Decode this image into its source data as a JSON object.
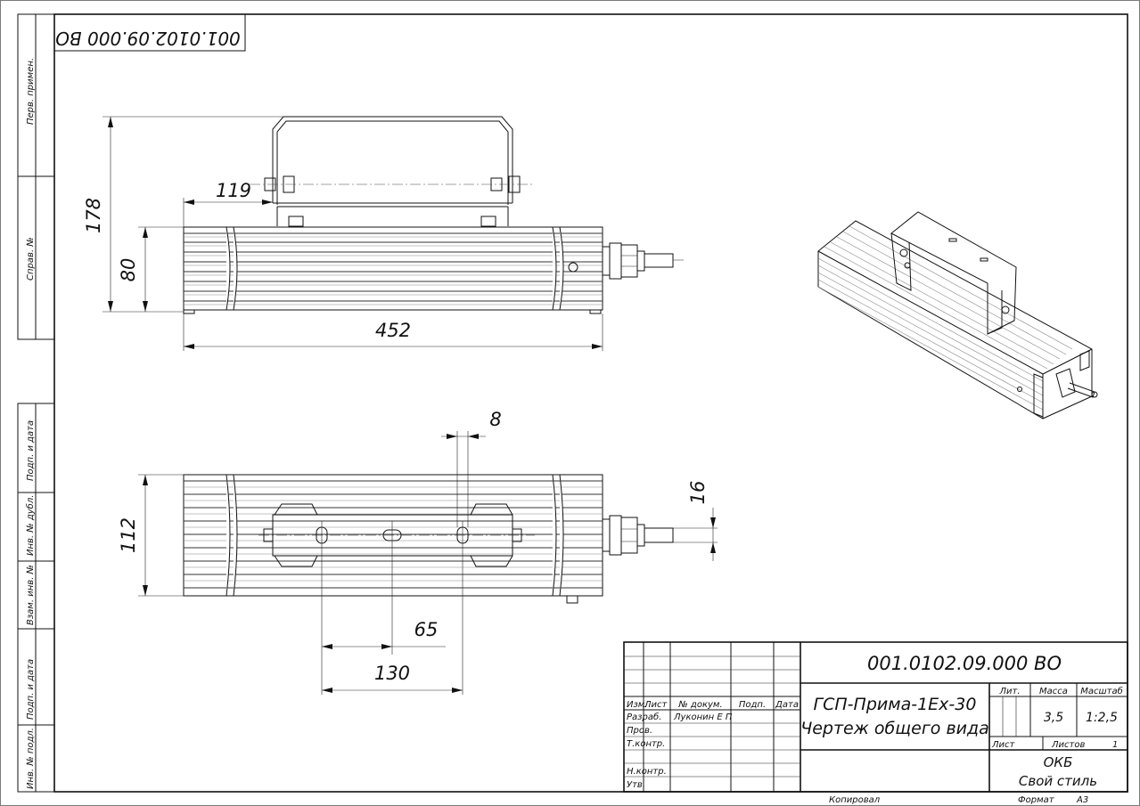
{
  "drawing": {
    "doc_number": "001.0102.09.000 ВО",
    "doc_number_rotated": "001.0102.09.000 ВО"
  },
  "dimensions": {
    "bracket_offset": "119",
    "total_height": "178",
    "body_height": "80",
    "length": "452",
    "slot_width": "8",
    "width": "112",
    "slot_spacing": "16",
    "hole_half": "65",
    "hole_span": "130"
  },
  "side_stamp": {
    "perv_primen": "Перв. примен.",
    "sprav_no": "Справ. №",
    "podp_data_1": "Подп. и дата",
    "inv_dubl": "Инв. № дубл.",
    "vzam_inv": "Взам. инв. №",
    "podp_data_2": "Подп. и дата",
    "inv_podl": "Инв. № подл."
  },
  "title_block": {
    "designation": "001.0102.09.000 ВО",
    "name_line1": "ГСП-Прима-1Ех-30",
    "name_line2": "Чертеж общего вида",
    "col_izm": "Изм.",
    "col_list": "Лист",
    "col_dokum": "№ докум.",
    "col_podp": "Подп.",
    "col_data": "Дата",
    "row_razrab": "Разраб.",
    "razrab_name": "Луконин Е П",
    "row_prov": "Пров.",
    "row_tkontr": "Т.контр.",
    "row_nkontr": "Н.контр.",
    "row_utv": "Утв.",
    "lit_label": "Лит.",
    "mass_label": "Масса",
    "scale_label": "Масштаб",
    "mass_value": "3,5",
    "scale_value": "1:2,5",
    "sheet_label": "Лист",
    "sheets_label": "Листов",
    "sheets_value": "1",
    "org_line1": "ОКБ",
    "org_line2": "Свой стиль"
  },
  "footer": {
    "copied": "Копировал",
    "format": "Формат",
    "format_value": "А3"
  }
}
